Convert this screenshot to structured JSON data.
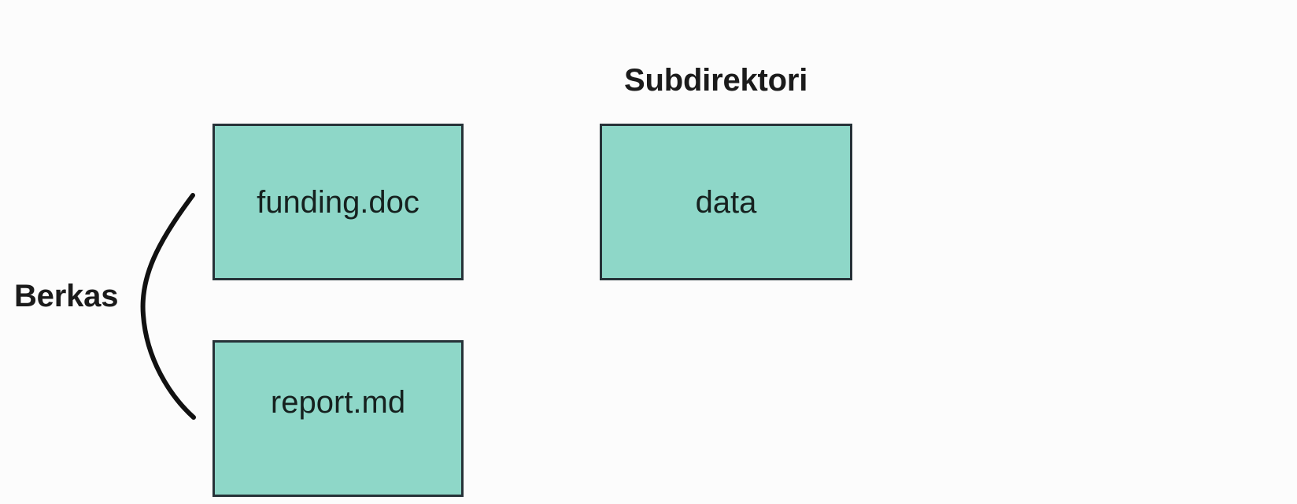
{
  "diagram": {
    "title": "",
    "background_color": "#fcfcfc",
    "node_fill_color": "#8ed7c8",
    "node_border_color": "#263238",
    "text_color": "#16211f",
    "label_color": "#1b1b1b",
    "groups": [
      {
        "id": "berkas",
        "label": "Berkas",
        "bracket": "left-curly-brace",
        "members": [
          "funding.doc",
          "report.md"
        ]
      },
      {
        "id": "subdirektori",
        "label": "Subdirektori",
        "bracket": "none",
        "members": [
          "data"
        ]
      }
    ],
    "nodes": [
      {
        "id": "funding",
        "label": "funding.doc",
        "group": "berkas",
        "kind": "file"
      },
      {
        "id": "report",
        "label": "report.md",
        "group": "berkas",
        "kind": "file"
      },
      {
        "id": "data",
        "label": "data",
        "group": "subdirektori",
        "kind": "directory"
      }
    ]
  }
}
